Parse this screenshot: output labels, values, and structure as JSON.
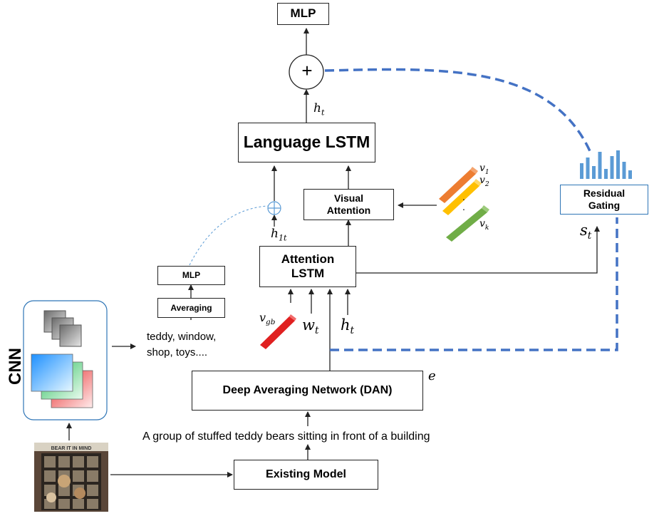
{
  "nodes": {
    "mlp_top": "MLP",
    "plus": "+",
    "language_lstm": "Language LSTM",
    "visual_attention": "Visual Attention",
    "residual_gating": "Residual Gating",
    "attention_lstm": "Attention LSTM",
    "mlp_small": "MLP",
    "averaging": "Averaging",
    "dan": "Deep Averaging Network (DAN)",
    "existing_model": "Existing Model",
    "cnn": "CNN"
  },
  "labels": {
    "ht_top": "h",
    "ht_top_sub": "t",
    "h1t": "h",
    "h1t_sub": "1t",
    "st": "s",
    "st_sub": "t",
    "vgb": "v",
    "vgb_sub": "gb",
    "wt": "w",
    "wt_sub": "t",
    "ht_bottom": "h",
    "ht_bottom_sub": "t",
    "e": "e",
    "v1": "v",
    "v1_sub": "1",
    "v2": "v",
    "v2_sub": "2",
    "vk": "v",
    "vk_sub": "k",
    "dots": ".",
    "tags": "teddy, window, shop, toys....",
    "caption": "A group of stuffed teddy bears sitting in front of a building",
    "photo_sign": "BEAR IT IN MIND"
  },
  "colors": {
    "gate_dashed": "#4472C4",
    "attn_dashed": "#5B9BD5",
    "bars": "#5B9BD5",
    "vec_orange": "#ED7D31",
    "vec_yellow": "#FFC000",
    "vec_green": "#70AD47",
    "vec_red": "#E02020"
  },
  "residual_bars": [
    0.55,
    0.75,
    0.45,
    0.95,
    0.35,
    0.8,
    1.0,
    0.6,
    0.3
  ]
}
